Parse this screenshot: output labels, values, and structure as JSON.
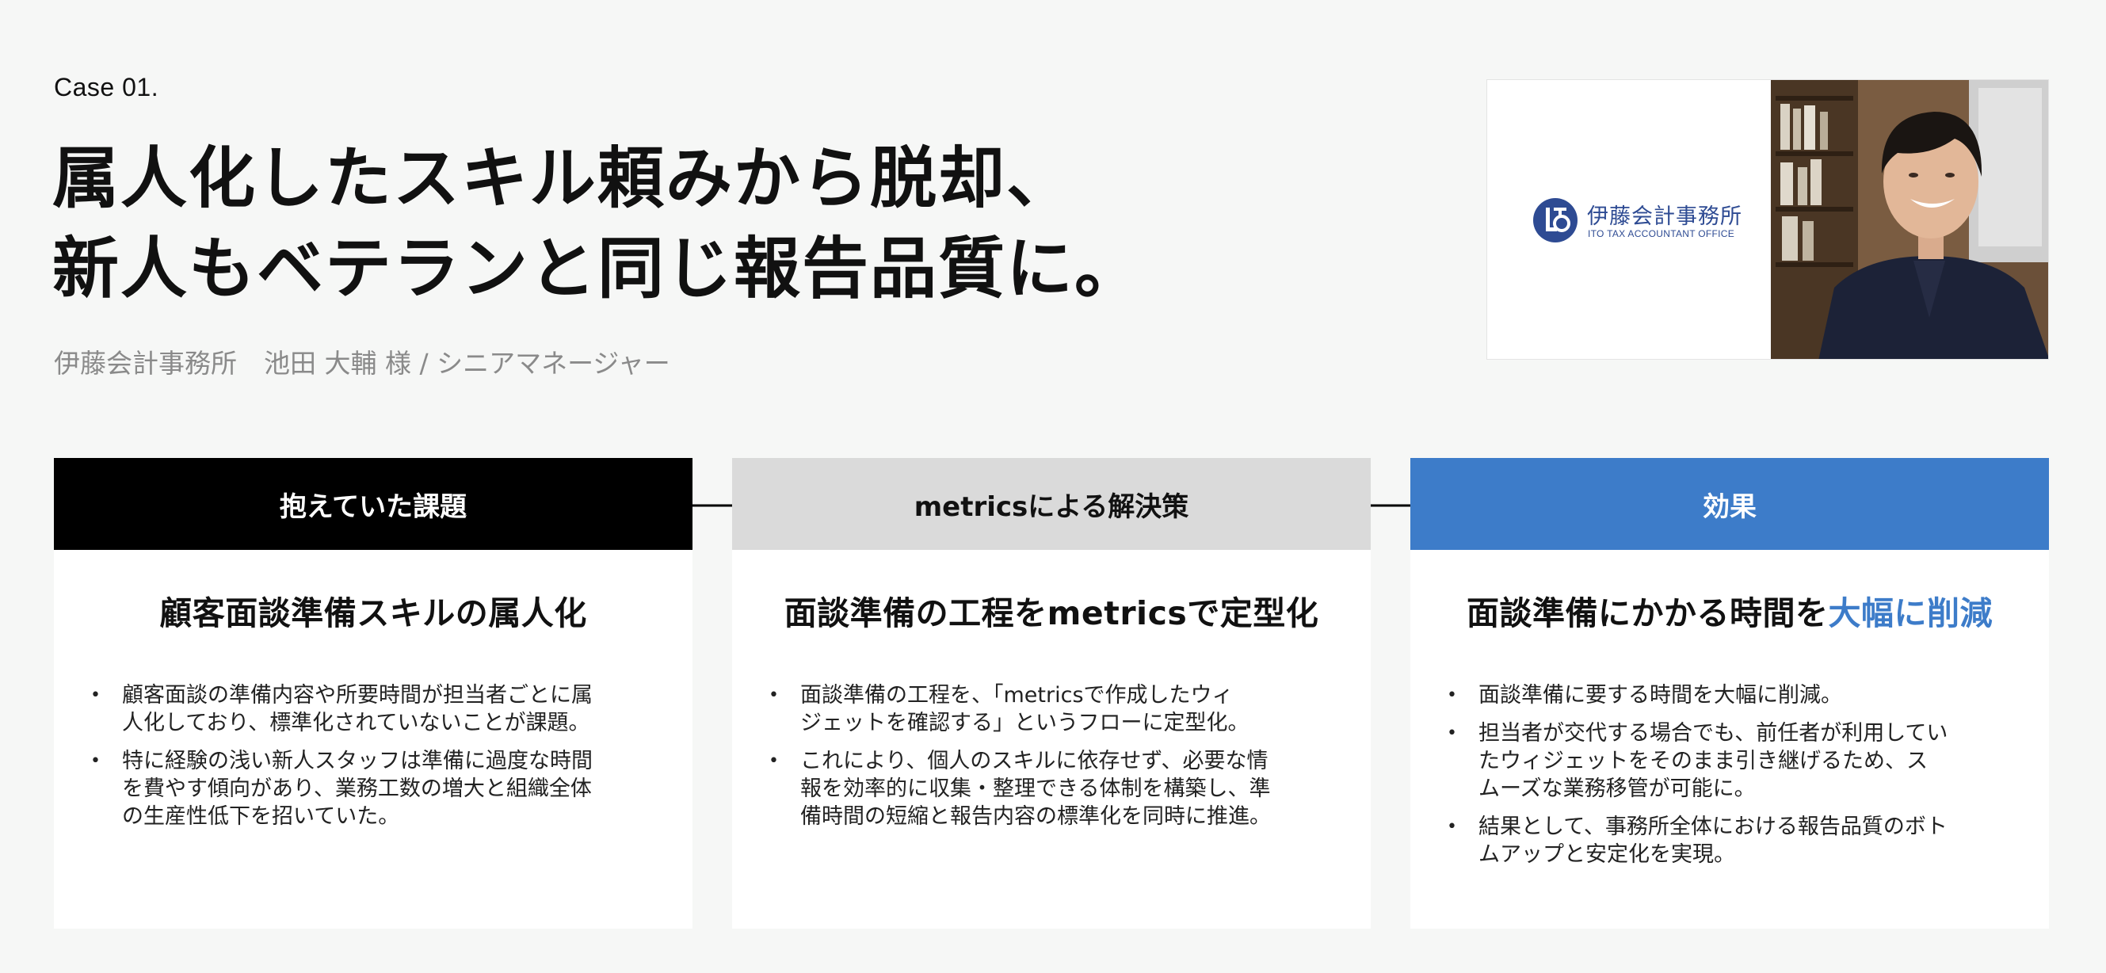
{
  "case_label": "Case 01.",
  "headline": {
    "line1": "属人化したスキル頼みから脱却、",
    "line2": "新人もベテランと同じ報告品質に。"
  },
  "subtitle": {
    "company": "伊藤会計事務所",
    "person": "池田 大輔 様 / シニアマネージャー"
  },
  "company_card": {
    "logo_name": "伊藤会計事務所",
    "logo_sub": "ITO TAX ACCOUNTANT OFFICE",
    "brand_color": "#2e4b93"
  },
  "columns": [
    {
      "header": "抱えていた課題",
      "title": "顧客面談準備スキルの属人化",
      "bullets": [
        [
          "顧客面談の準備内容や所要時間が担当者ごとに属",
          "人化しており、標準化されていないことが課題。"
        ],
        [
          "特に経験の浅い新人スタッフは準備に過度な時間",
          "を費やす傾向があり、業務工数の増大と組織全体",
          "の生産性低下を招いていた。"
        ]
      ]
    },
    {
      "header": "metricsによる解決策",
      "title": "面談準備の工程をmetricsで定型化",
      "bullets": [
        [
          "面談準備の工程を、「metricsで作成したウィ",
          "ジェットを確認する」というフローに定型化。"
        ],
        [
          "これにより、個人のスキルに依存せず、必要な情",
          "報を効率的に収集・整理できる体制を構築し、準",
          "備時間の短縮と報告内容の標準化を同時に推進。"
        ]
      ]
    },
    {
      "header": "効果",
      "title_plain": "面談準備にかかる時間を",
      "title_accent": "大幅に削減",
      "bullets": [
        [
          "面談準備に要する時間を大幅に削減。"
        ],
        [
          "担当者が交代する場合でも、前任者が利用してい",
          "たウィジェットをそのまま引き継げるため、ス",
          "ムーズな業務移管が可能に。"
        ],
        [
          "結果として、事務所全体における報告品質のボト",
          "ムアップと安定化を実現。"
        ]
      ]
    }
  ],
  "colors": {
    "accent": "#3d7cc9",
    "header_dark": "#000000",
    "header_gray": "#dadada"
  }
}
